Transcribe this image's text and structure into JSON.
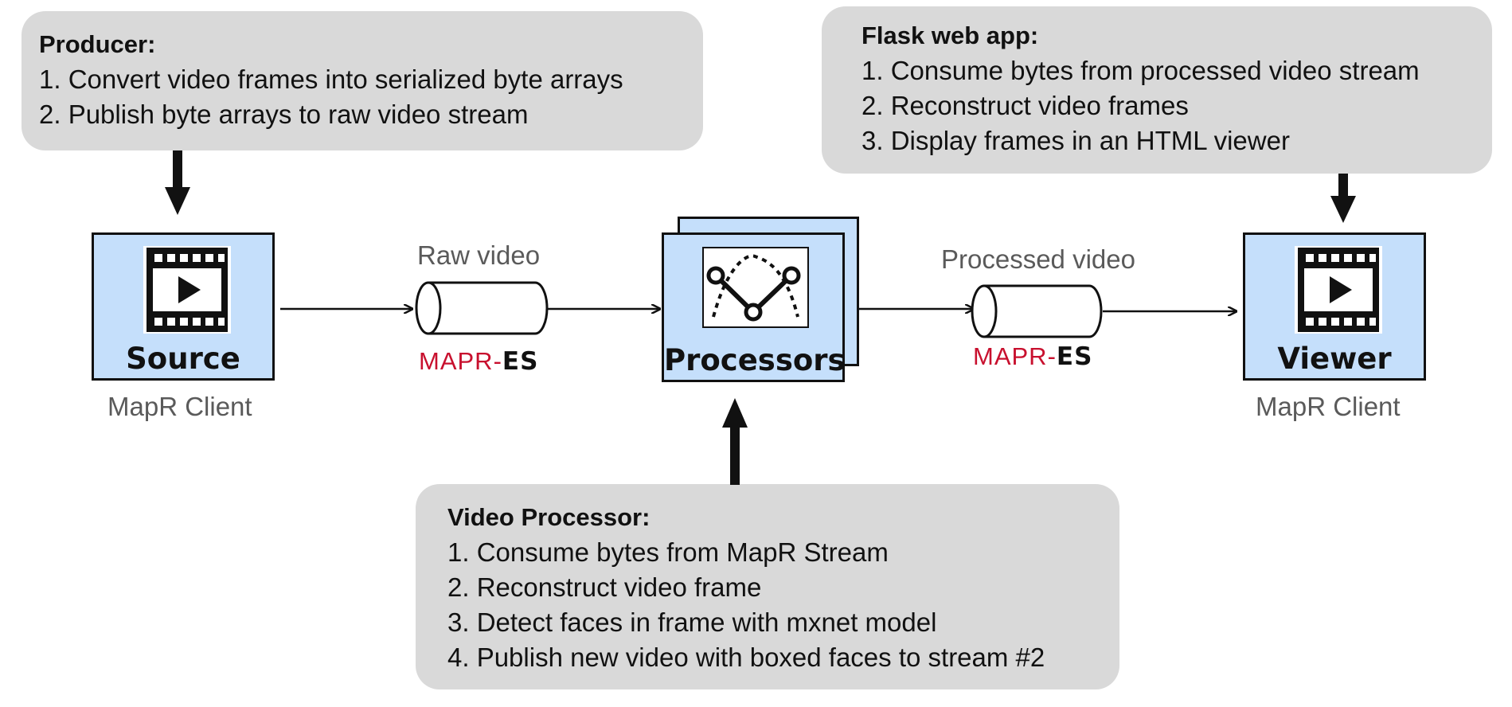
{
  "producer": {
    "title": "Producer:",
    "steps": [
      "1. Convert video frames into serialized byte arrays",
      "2. Publish byte arrays to raw video stream"
    ]
  },
  "flask": {
    "title": "Flask web app:",
    "steps": [
      "1. Consume bytes from processed video stream",
      "2. Reconstruct video frames",
      "3. Display frames in an HTML viewer"
    ]
  },
  "video_processor": {
    "title": "Video Processor:",
    "steps": [
      "1. Consume bytes from MapR Stream",
      "2. Reconstruct video frame",
      "3. Detect faces in frame with mxnet model",
      "4. Publish new video with boxed faces to stream #2"
    ]
  },
  "nodes": {
    "source": {
      "label": "Source",
      "sublabel": "MapR Client",
      "icon": "video-player-icon"
    },
    "processors": {
      "label": "Processors",
      "icon": "neural-network-icon"
    },
    "viewer": {
      "label": "Viewer",
      "sublabel": "MapR Client",
      "icon": "video-player-icon"
    }
  },
  "streams": {
    "raw": {
      "label": "Raw video",
      "brand_main": "MAPR-",
      "brand_suffix": "ES"
    },
    "processed": {
      "label": "Processed video",
      "brand_main": "MAPR-",
      "brand_suffix": "ES"
    }
  },
  "colors": {
    "note_bg": "#d9d9d9",
    "node_fill": "#c5dffb",
    "brand_red": "#c8102e"
  }
}
